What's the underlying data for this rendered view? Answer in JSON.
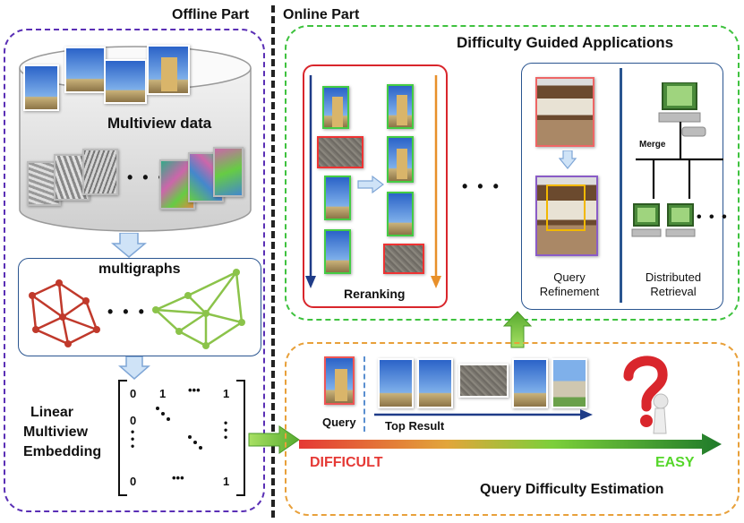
{
  "headers": {
    "offline": "Offline Part",
    "online": "Online Part"
  },
  "offline": {
    "multiview_label": "Multiview data",
    "multigraphs_label": "multigraphs",
    "embedding_label": [
      "Linear",
      "Multiview",
      "Embedding"
    ],
    "matrix": {
      "r1": [
        "0",
        "1",
        "•••",
        "1"
      ],
      "c0": [
        "0",
        "•",
        "•",
        "•"
      ],
      "last_row": [
        "0",
        "•••",
        "1"
      ]
    }
  },
  "applications": {
    "title": "Difficulty Guided Applications",
    "reranking_label": "Reranking",
    "query_refinement_label": [
      "Query",
      "Refinement"
    ],
    "distributed_label": [
      "Distributed",
      "Retrieval"
    ],
    "merge_label": "Merge"
  },
  "estimation": {
    "title": "Query Difficulty Estimation",
    "query_label": "Query",
    "top_result_label": "Top Result",
    "difficult_label": "DIFFICULT",
    "easy_label": "EASY"
  },
  "colors": {
    "offline_border": "#5a2fb5",
    "applications_border": "#3fc23f",
    "estimation_border": "#e8a03a",
    "difficult": "#e53935",
    "easy": "#55d62a",
    "reranking_border": "#d9262c",
    "panel_border": "#2a5590"
  },
  "ellipsis": "• • •"
}
